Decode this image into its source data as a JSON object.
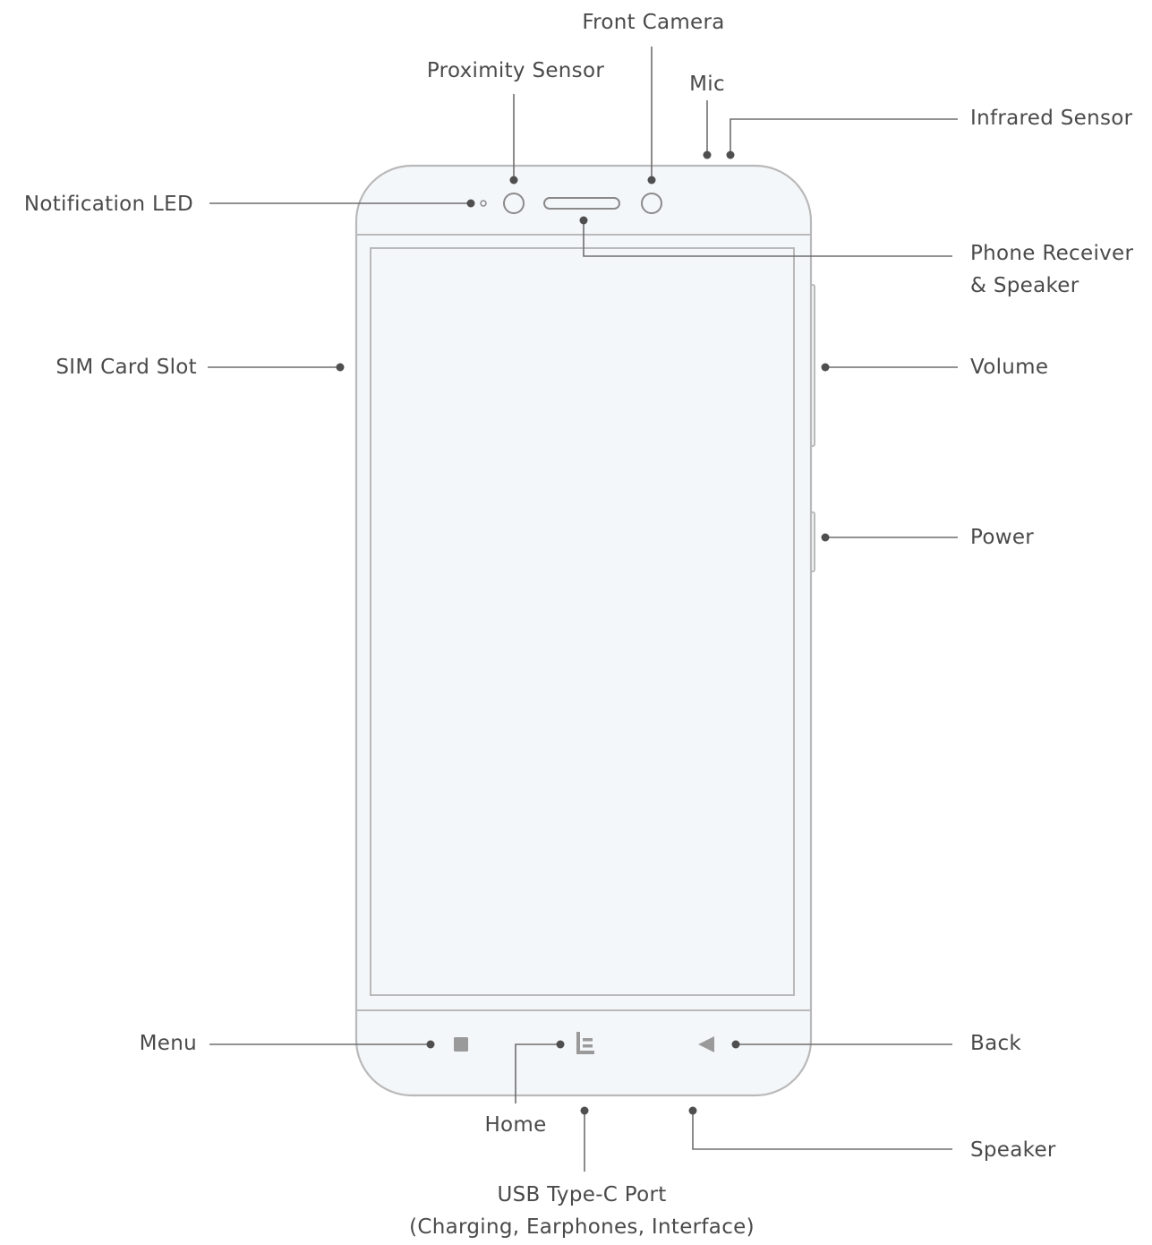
{
  "labels": {
    "front_camera": "Front Camera",
    "proximity_sensor": "Proximity Sensor",
    "mic": "Mic",
    "infrared_sensor": "Infrared Sensor",
    "notification_led": "Notification LED",
    "phone_receiver_line1": "Phone Receiver",
    "phone_receiver_line2": "& Speaker",
    "sim_card_slot": "SIM Card Slot",
    "volume": "Volume",
    "power": "Power",
    "menu": "Menu",
    "back": "Back",
    "home": "Home",
    "speaker": "Speaker",
    "usb_line1": "USB Type-C Port",
    "usb_line2": "(Charging, Earphones, Interface)"
  },
  "icons": {
    "menu": "square-menu-icon",
    "home": "le-logo-home-icon",
    "back": "triangle-back-icon"
  },
  "colors": {
    "body_fill": "#f4f7fa",
    "outline": "#b9b9b9",
    "leader": "#6e6e6e",
    "dot": "#4f4f4f",
    "text": "#4a4a4a",
    "button": "#9a9a9a"
  }
}
